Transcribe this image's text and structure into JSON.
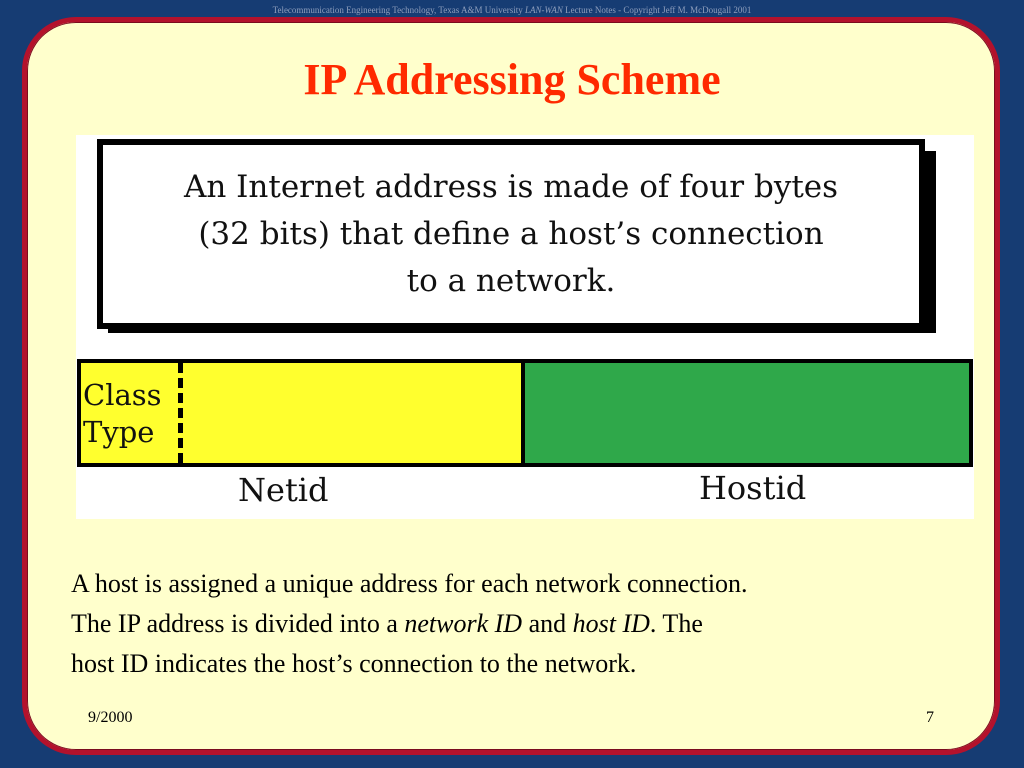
{
  "header": {
    "part1": "Telecommunication Engineering Technology, Texas A&M University",
    "italic": "LAN-WAN",
    "part2": "Lecture Notes - Copyright Jeff M. McDougall 2001"
  },
  "slide": {
    "title": "IP Addressing Scheme"
  },
  "figure": {
    "callout_lines": [
      "An Internet address is made of four bytes",
      "(32 bits) that define a host’s connection",
      "to a network."
    ],
    "class_type_lines": [
      "Class",
      "Type"
    ],
    "netid_label": "Netid",
    "hostid_label": "Hostid",
    "colors": {
      "netid_fill": "#ffff2e",
      "hostid_fill": "#2fa84a"
    }
  },
  "body": {
    "line1": "A host is assigned a unique address for each network connection.",
    "line2_start": "The IP address is divided into a ",
    "line2_em1": "network ID",
    "line2_mid": " and ",
    "line2_em2": "host ID",
    "line2_end": ".  The",
    "line3": "host ID indicates the host’s connection to the network."
  },
  "footer": {
    "date": "9/2000",
    "page": "7"
  },
  "colors": {
    "background": "#163c73",
    "slide_fill": "#ffffcc",
    "slide_border": "#b3122c",
    "title": "#ff2a00"
  }
}
